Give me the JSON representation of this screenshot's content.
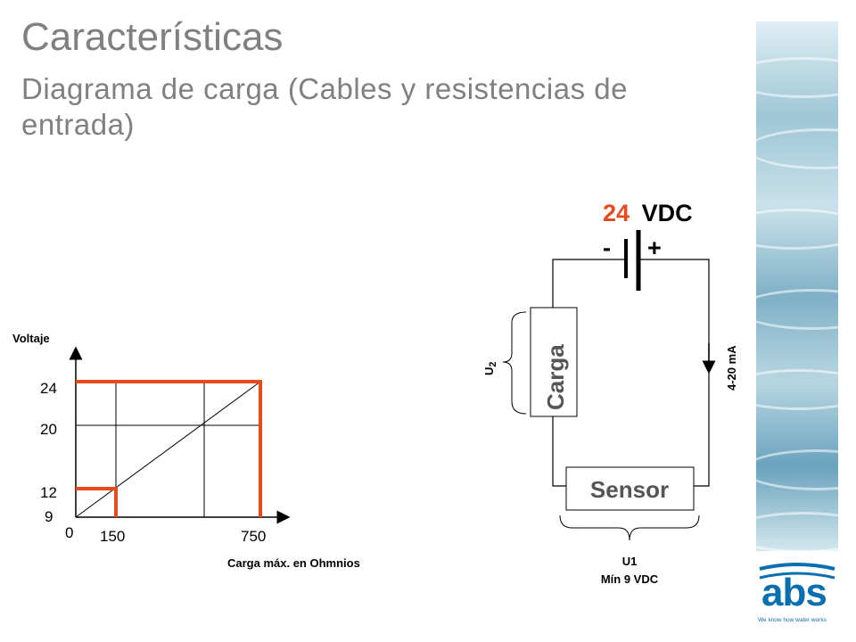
{
  "header": {
    "title": "Características",
    "subtitle": "Diagrama de carga (Cables y resistencias de entrada)"
  },
  "chart": {
    "ylabel": "Voltaje",
    "xlabel": "Carga máx. en Ohmnios",
    "y_ticks": [
      "24",
      "20",
      "12",
      "9"
    ],
    "x_ticks": [
      "0",
      "150",
      "750"
    ]
  },
  "circuit": {
    "supply_value": "24",
    "supply_unit": "VDC",
    "minus_sign": "-",
    "plus_sign": "+",
    "load_label": "Carga",
    "sensor_label": "Sensor",
    "u2_label": "U",
    "u2_sub": "2",
    "current_label": "4-20 mA",
    "u1_label": "U1",
    "u1_min": "Mín 9 VDC"
  },
  "brand": {
    "logo_text": "abs",
    "tagline": "We know how water works"
  },
  "colors": {
    "accent": "#e8491d",
    "title_gray": "#808080",
    "brand_blue": "#0a6fb0"
  },
  "chart_data": {
    "type": "line",
    "xlabel": "Carga máx. en Ohmnios",
    "ylabel": "Voltaje",
    "x_ticks": [
      0,
      150,
      750
    ],
    "y_ticks": [
      9,
      12,
      20,
      24
    ],
    "series": [
      {
        "values": [
          [
            0,
            9
          ],
          [
            750,
            24
          ]
        ]
      }
    ],
    "highlights": [
      {
        "x": 150,
        "y": 12
      },
      {
        "x": 750,
        "y": 24
      }
    ],
    "grid": true
  }
}
